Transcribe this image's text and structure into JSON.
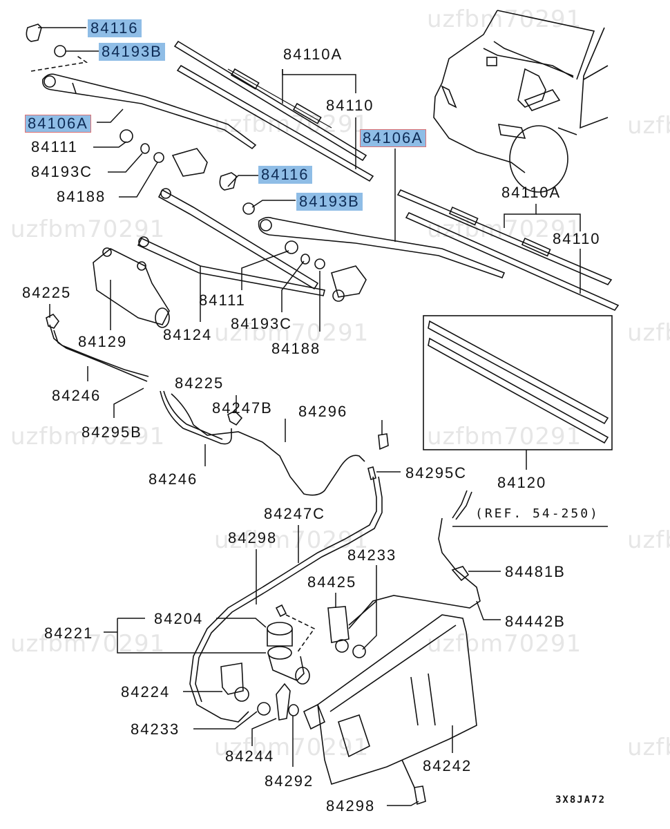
{
  "diagram": {
    "title": "Windshield wiper & washer parts diagram",
    "figure_code": "3X8JA72",
    "reference_note": "(REF. 54-250)",
    "watermark": "uzfbm70291",
    "highlight_color": "#8fbde6",
    "parts": {
      "p84116_a": "84116",
      "p84193B_a": "84193B",
      "p84106A_a": "84106A",
      "p84111_a": "84111",
      "p84193C_a": "84193C",
      "p84188_a": "84188",
      "p84110A_a": "84110A",
      "p84110_a": "84110",
      "p84106A_b": "84106A",
      "p84116_b": "84116",
      "p84193B_b": "84193B",
      "p84110A_b": "84110A",
      "p84110_b": "84110",
      "p84225_a": "84225",
      "p84129": "84129",
      "p84124": "84124",
      "p84111_b": "84111",
      "p84193C_b": "84193C",
      "p84188_b": "84188",
      "p84246_a": "84246",
      "p84295B": "84295B",
      "p84225_b": "84225",
      "p84247B": "84247B",
      "p84246_b": "84246",
      "p84296": "84296",
      "p84295C": "84295C",
      "p84120": "84120",
      "p84247C": "84247C",
      "p84298_a": "84298",
      "p84233_a": "84233",
      "p84425": "84425",
      "p84481B": "84481B",
      "p84442B": "84442B",
      "p84204": "84204",
      "p84221": "84221",
      "p84224": "84224",
      "p84233_b": "84233",
      "p84244": "84244",
      "p84292": "84292",
      "p84242": "84242",
      "p84298_b": "84298"
    },
    "highlighted_parts": [
      "84116",
      "84193B",
      "84106A"
    ]
  }
}
